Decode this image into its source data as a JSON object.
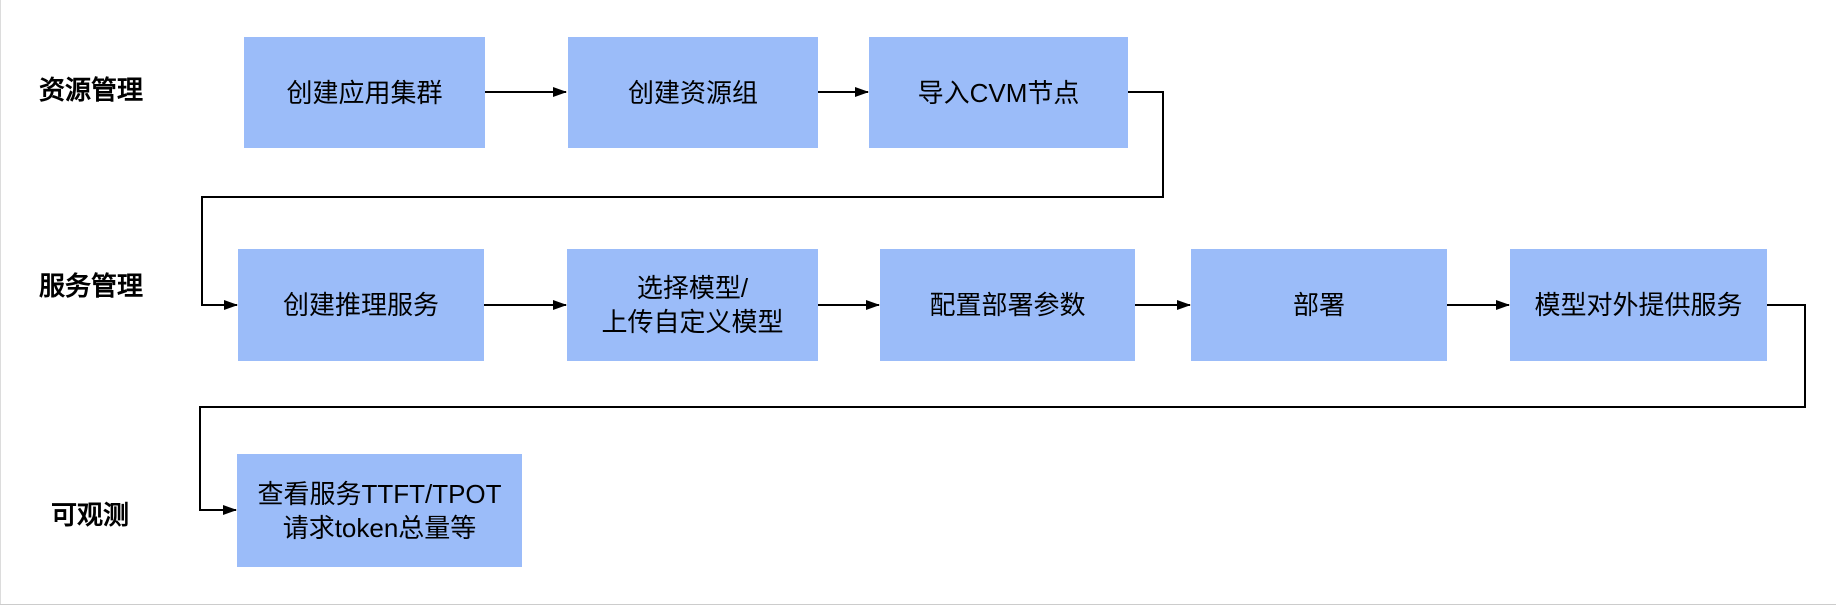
{
  "diagram": {
    "rows": [
      {
        "label": "资源管理"
      },
      {
        "label": "服务管理"
      },
      {
        "label": "可观测"
      }
    ],
    "nodes": {
      "create_app_cluster": "创建应用集群",
      "create_resource_group": "创建资源组",
      "import_cvm_node": "导入CVM节点",
      "create_inference_service": "创建推理服务",
      "select_model_line1": "选择模型/",
      "select_model_line2": "上传自定义模型",
      "configure_deploy_params": "配置部署参数",
      "deploy": "部署",
      "model_serving": "模型对外提供服务",
      "observe_line1": "查看服务TTFT/TPOT",
      "observe_line2": "请求token总量等"
    },
    "colors": {
      "node_fill": "#9BBCF9",
      "line": "#000000",
      "text": "#000000"
    }
  }
}
